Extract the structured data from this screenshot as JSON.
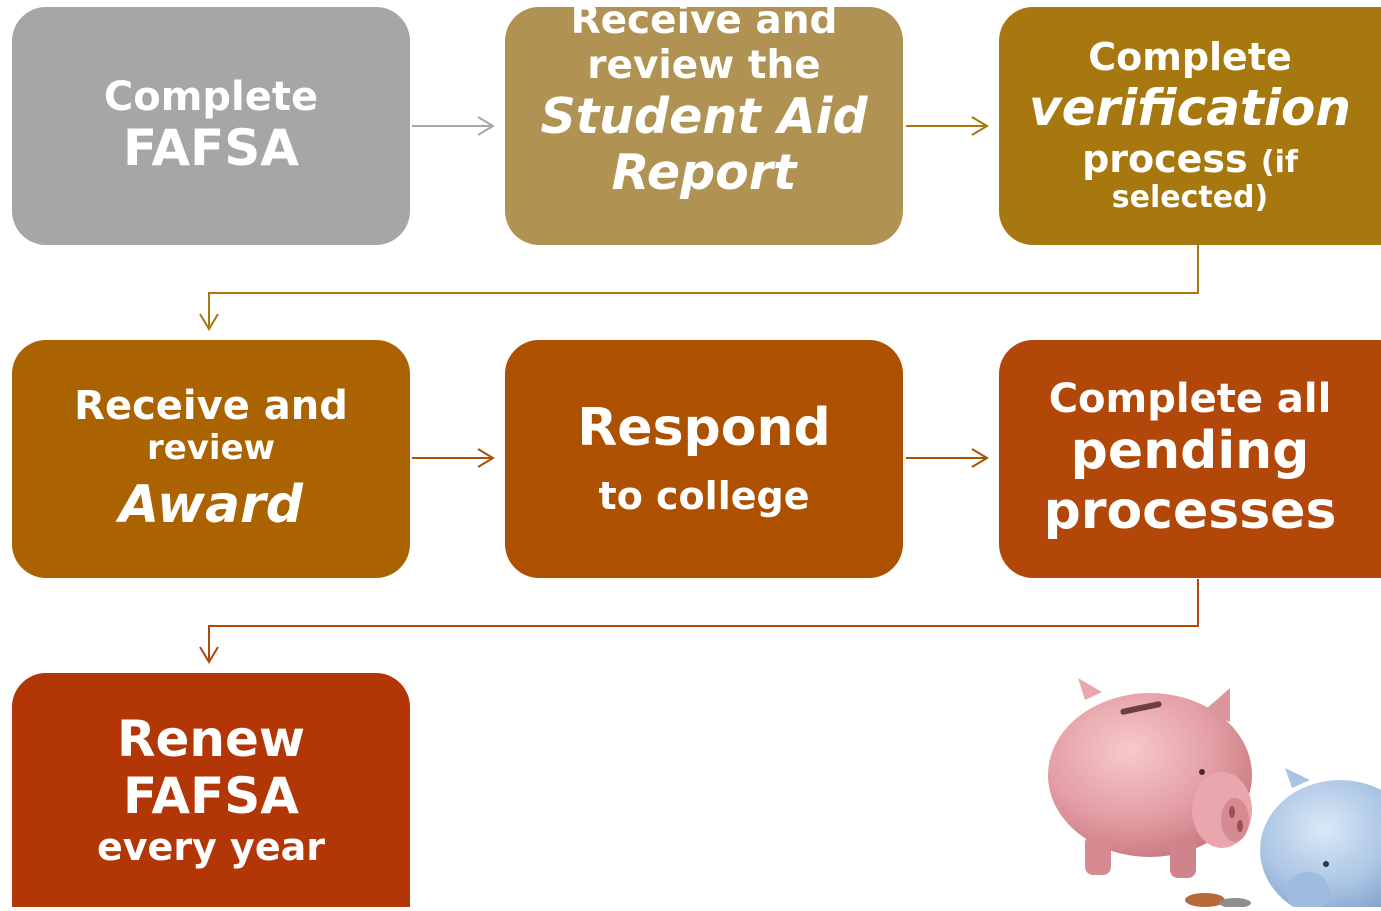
{
  "steps": {
    "s1": {
      "l1": "Complete",
      "l2": "FAFSA"
    },
    "s2": {
      "l1": "Receive and",
      "l2": "review the",
      "l3": "Student Aid",
      "l4": "Report"
    },
    "s3": {
      "l1": "Complete",
      "l2": "verification",
      "l3a": "process ",
      "l3b": "(if",
      "l4": "selected)"
    },
    "s4": {
      "l1": "Receive and",
      "l2": "review",
      "l3": "Award"
    },
    "s5": {
      "l1": "Respond",
      "l2": "to college"
    },
    "s6": {
      "l1": "Complete all",
      "l2": "pending",
      "l3": "processes"
    },
    "s7": {
      "l1": "Renew",
      "l2": "FAFSA",
      "l3": "every year"
    }
  },
  "colors": {
    "s1": "#a6a6a6",
    "s2": "#b09352",
    "s3": "#a6780f",
    "s4": "#aa6300",
    "s5": "#ad5000",
    "s6": "#b2470a",
    "s7": "#b33606",
    "arrow_gray": "#a6a6a6",
    "arrow_gold": "#a6780f",
    "arrow_orange": "#b2470a"
  },
  "illustration": {
    "icon": "piggy-banks-icon"
  }
}
